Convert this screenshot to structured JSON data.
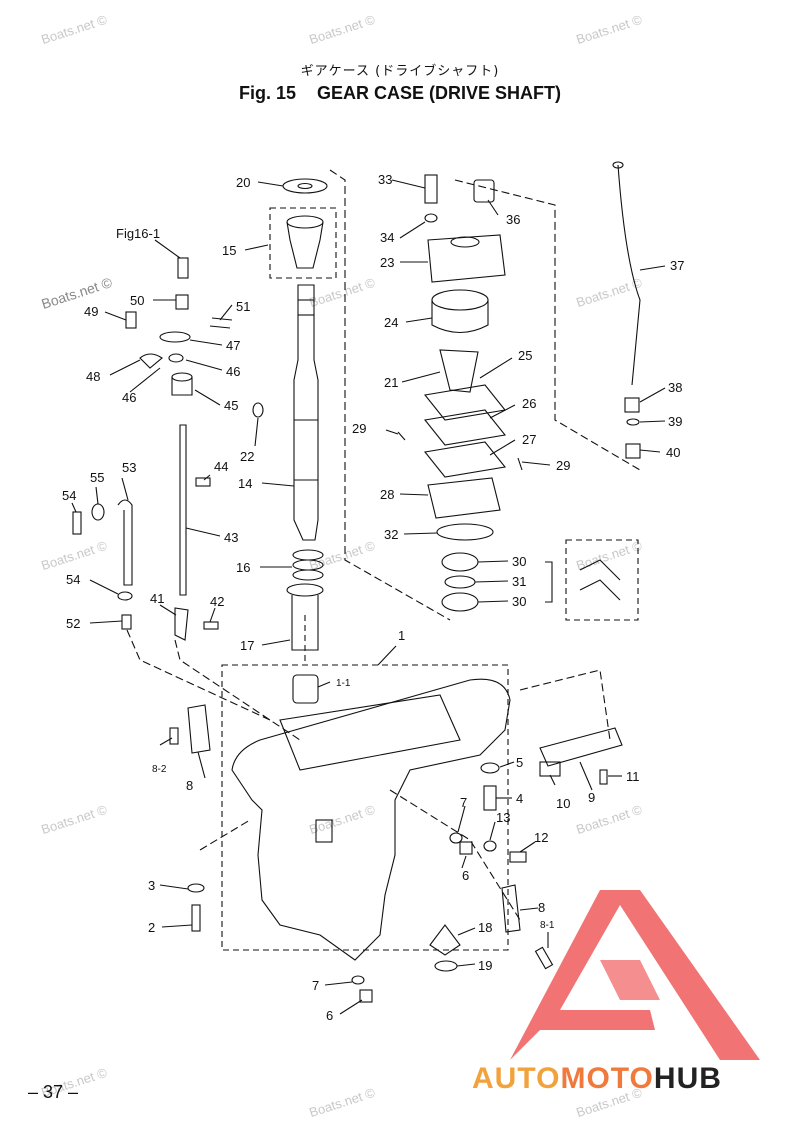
{
  "header": {
    "title_jp": "ギアケース (ドライブシャフト)",
    "fig_label": "Fig. 15",
    "title_en": "GEAR CASE (DRIVE SHAFT)"
  },
  "watermark": "Boats.net ©",
  "page_number": "– 37 –",
  "logo": {
    "part1": "AUTO",
    "part2": "MOTO",
    "part3": "HUB",
    "color_primary": "#f07a3c",
    "color_secondary": "#f2a23c",
    "color_dark": "#222222",
    "triangle_color": "#ee4444"
  },
  "reference": "Fig16-1",
  "parts": [
    "1",
    "1-1",
    "2",
    "3",
    "4",
    "5",
    "6",
    "6",
    "7",
    "7",
    "8",
    "8",
    "8-1",
    "8-2",
    "9",
    "10",
    "11",
    "12",
    "13",
    "14",
    "15",
    "16",
    "17",
    "18",
    "19",
    "20",
    "21",
    "22",
    "23",
    "24",
    "25",
    "26",
    "27",
    "28",
    "29",
    "29",
    "30",
    "30",
    "31",
    "32",
    "33",
    "34",
    "36",
    "37",
    "38",
    "39",
    "40",
    "41",
    "42",
    "43",
    "44",
    "45",
    "46",
    "46",
    "47",
    "48",
    "49",
    "50",
    "51",
    "52",
    "53",
    "54",
    "54",
    "55"
  ]
}
